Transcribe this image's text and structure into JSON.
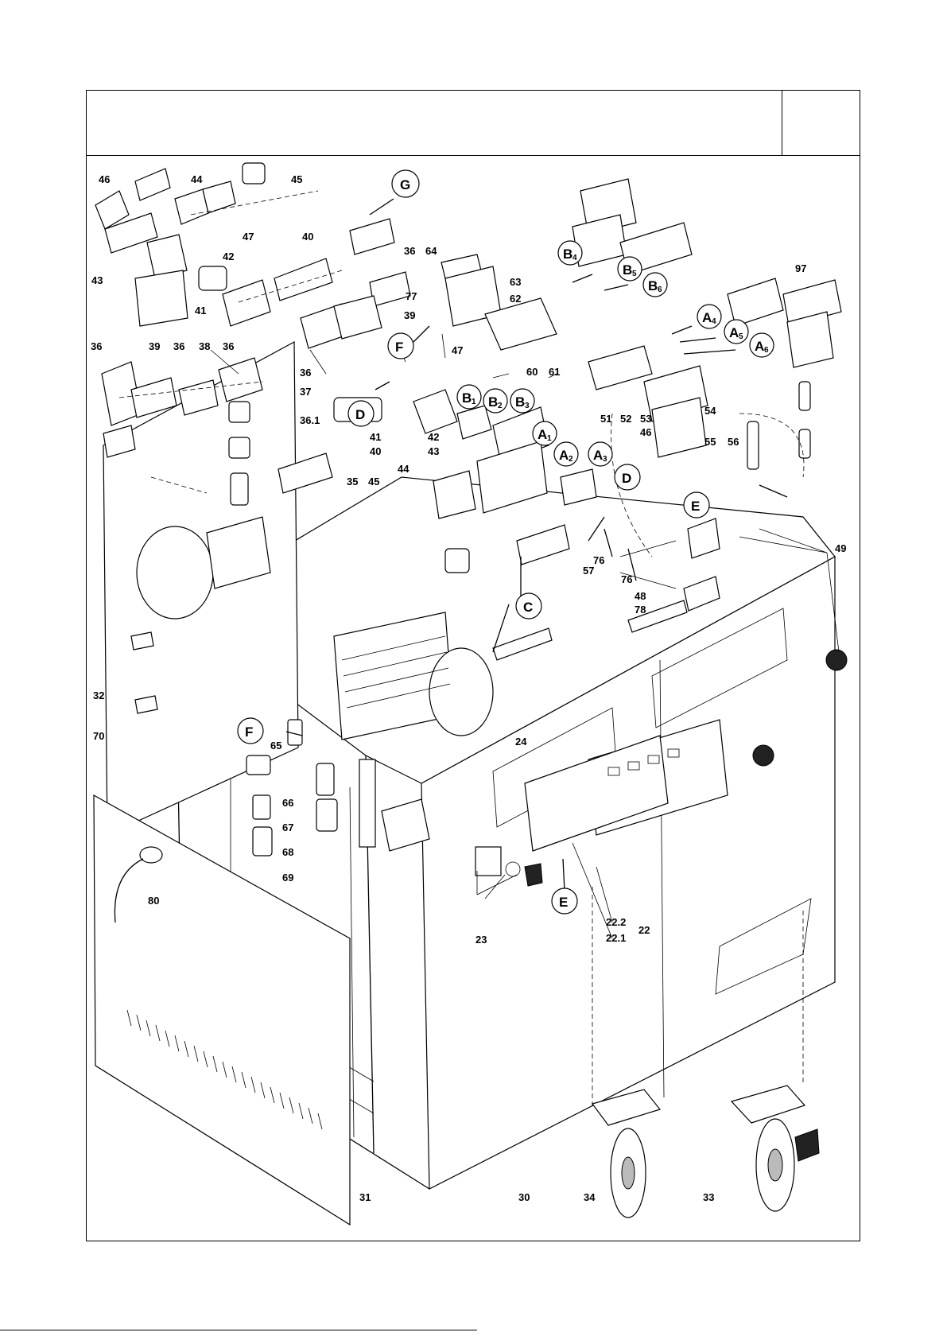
{
  "header": {
    "title": "",
    "corner_text": ""
  },
  "callouts": [
    {
      "text": "46"
    },
    {
      "text": "44"
    },
    {
      "text": "45"
    },
    {
      "text": "47"
    },
    {
      "text": "40"
    },
    {
      "text": "42"
    },
    {
      "text": "43"
    },
    {
      "text": "41"
    },
    {
      "text": "36"
    },
    {
      "text": "64"
    },
    {
      "text": "63"
    },
    {
      "text": "77"
    },
    {
      "text": "62"
    },
    {
      "text": "39"
    },
    {
      "text": "36"
    },
    {
      "text": "39"
    },
    {
      "text": "36"
    },
    {
      "text": "38"
    },
    {
      "text": "36"
    },
    {
      "text": "47"
    },
    {
      "text": "36"
    },
    {
      "text": "37"
    },
    {
      "text": "36.1"
    },
    {
      "text": "41"
    },
    {
      "text": "40"
    },
    {
      "text": "42"
    },
    {
      "text": "43"
    },
    {
      "text": "44"
    },
    {
      "text": "35"
    },
    {
      "text": "45"
    },
    {
      "text": "60"
    },
    {
      "text": "61"
    },
    {
      "text": "51"
    },
    {
      "text": "52"
    },
    {
      "text": "53"
    },
    {
      "text": "46"
    },
    {
      "text": "54"
    },
    {
      "text": "55"
    },
    {
      "text": "56"
    },
    {
      "text": "97"
    },
    {
      "text": "49"
    },
    {
      "text": "76"
    },
    {
      "text": "57"
    },
    {
      "text": "76"
    },
    {
      "text": "48"
    },
    {
      "text": "78"
    },
    {
      "text": "32"
    },
    {
      "text": "70"
    },
    {
      "text": "65"
    },
    {
      "text": "66"
    },
    {
      "text": "67"
    },
    {
      "text": "68"
    },
    {
      "text": "69"
    },
    {
      "text": "80"
    },
    {
      "text": "24"
    },
    {
      "text": "23"
    },
    {
      "text": "22.2"
    },
    {
      "text": "22.1"
    },
    {
      "text": "22"
    },
    {
      "text": "31"
    },
    {
      "text": "30"
    },
    {
      "text": "34"
    },
    {
      "text": "33"
    }
  ],
  "keys": [
    {
      "letter": "G",
      "index": ""
    },
    {
      "letter": "F",
      "index": ""
    },
    {
      "letter": "D",
      "index": ""
    },
    {
      "letter": "B",
      "index": "4"
    },
    {
      "letter": "B",
      "index": "5"
    },
    {
      "letter": "B",
      "index": "6"
    },
    {
      "letter": "B",
      "index": "1"
    },
    {
      "letter": "B",
      "index": "2"
    },
    {
      "letter": "B",
      "index": "3"
    },
    {
      "letter": "A",
      "index": "1"
    },
    {
      "letter": "A",
      "index": "2"
    },
    {
      "letter": "A",
      "index": "3"
    },
    {
      "letter": "A",
      "index": "4"
    },
    {
      "letter": "A",
      "index": "5"
    },
    {
      "letter": "A",
      "index": "6"
    },
    {
      "letter": "D",
      "index": ""
    },
    {
      "letter": "E",
      "index": ""
    },
    {
      "letter": "C",
      "index": ""
    },
    {
      "letter": "F",
      "index": ""
    },
    {
      "letter": "E",
      "index": ""
    }
  ]
}
